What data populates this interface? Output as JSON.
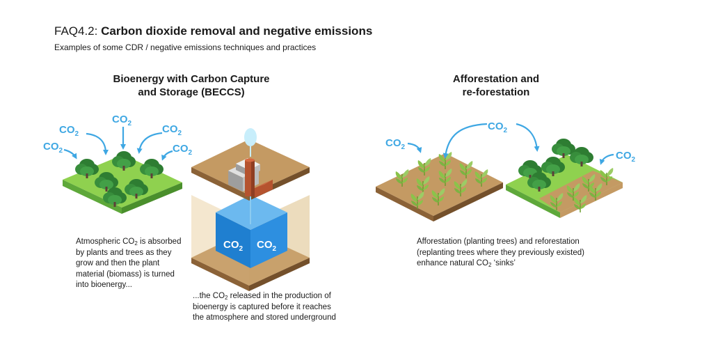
{
  "title": {
    "number": "FAQ4.2:",
    "heading": "Carbon dioxide removal and negative emissions",
    "subtitle": "Examples of some CDR / negative emissions techniques and practices"
  },
  "beccs": {
    "heading_line1": "Bioenergy with Carbon Capture",
    "heading_line2": "and Storage (BECCS)",
    "co2_label": "CO",
    "co2_sub": "2",
    "caption_absorb": {
      "part1": "Atmospheric CO",
      "sub": "2",
      "part2": " is absorbed by plants and trees as they grow and then the plant material (biomass) is turned into bioenergy..."
    },
    "caption_capture": {
      "part1": "...the CO",
      "sub": "2",
      "part2": " released in the production of bioenergy is captured before it reaches the atmosphere and stored underground"
    }
  },
  "afforestation": {
    "heading_line1": "Afforestation and",
    "heading_line2": "re-forestation",
    "caption": {
      "part1": "Afforestation (planting trees) and reforestation (replanting trees where they previously existed) enhance natural CO",
      "sub": "2",
      "part2": " ‘sinks’"
    }
  },
  "colors": {
    "co2_blue": "#3ea7e3",
    "grass_top": "#8fd14f",
    "grass_side": "#5ea83a",
    "tree_dark": "#2e7d32",
    "tree_light": "#4caf50",
    "soil_top": "#c49a63",
    "soil_side": "#8b6237",
    "storage_blue": "#1f7fd0",
    "chimney": "#b5532f"
  }
}
